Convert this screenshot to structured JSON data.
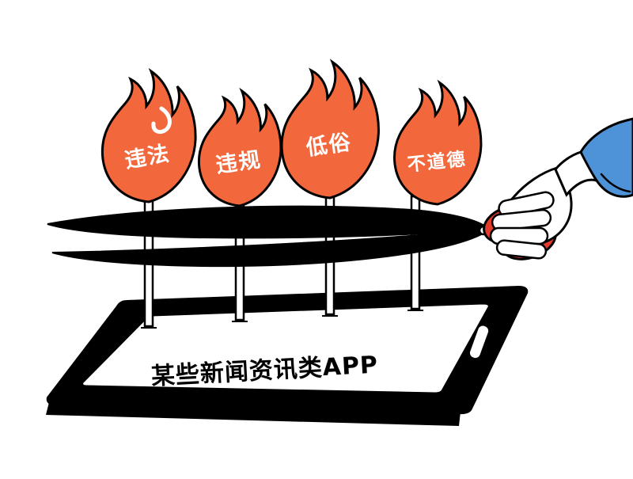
{
  "flames": [
    {
      "label": "违法"
    },
    {
      "label": "违规"
    },
    {
      "label": "低俗"
    },
    {
      "label": "不道德"
    }
  ],
  "phone": {
    "label": "某些新闻资讯类APP"
  },
  "colors": {
    "flame": "#F2683C",
    "scissor_blade": "#000000",
    "scissor_handle": "#E23A2B",
    "sleeve": "#4E92D8",
    "outline": "#000000",
    "background": "#FFFFFF"
  }
}
